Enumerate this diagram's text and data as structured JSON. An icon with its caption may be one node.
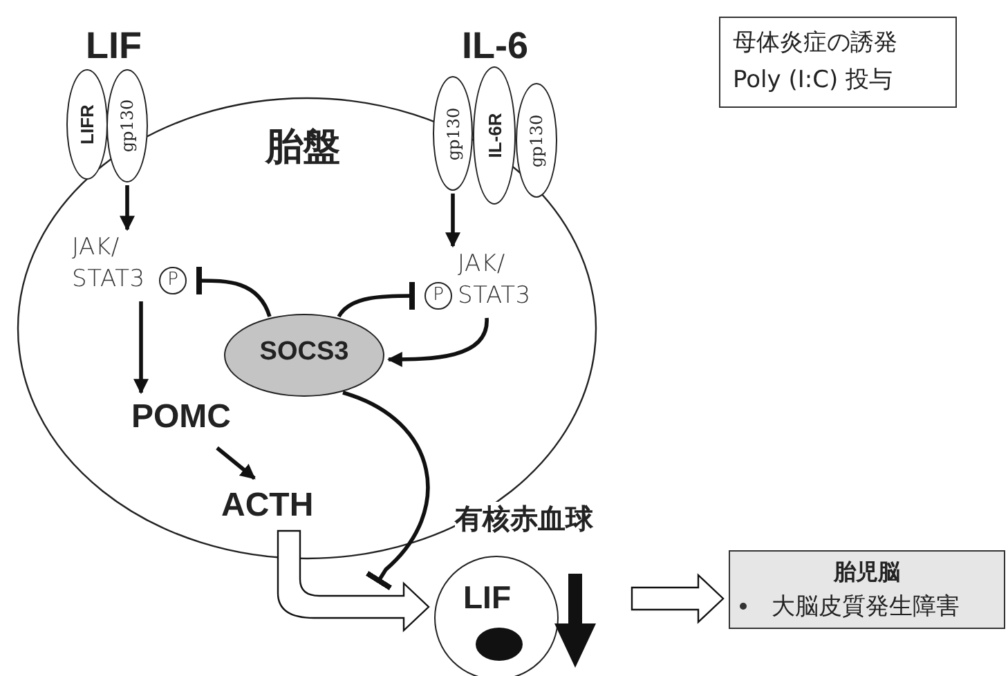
{
  "diagram": {
    "nodes": [
      {
        "text": [
          "胎盤"
        ]
      },
      {
        "text": [
          "LIFR"
        ]
      },
      {
        "text": [
          "gp130"
        ]
      },
      {
        "text": [
          "gp130"
        ]
      },
      {
        "text": [
          "IL-6R"
        ]
      },
      {
        "text": [
          "gp130"
        ]
      },
      {
        "text": [
          "JAK/ STAT3"
        ],
        "in": 0
      },
      {
        "text": [
          "P"
        ],
        "in": 0
      },
      {
        "text": [
          "P"
        ],
        "in": 0
      },
      {
        "text": [
          "JAK/ STAT3"
        ],
        "in": 0
      },
      {
        "text": [
          "SOCS3"
        ],
        "in": 0
      },
      {
        "text": [
          "POMC"
        ],
        "in": 0
      },
      {
        "text": [
          "ACTH"
        ],
        "in": 0
      },
      {
        "text": [
          "母体炎症の誘発 Poly (I:C) 投与"
        ]
      },
      {
        "text": [
          "LIF"
        ],
        "beside": [
          "有核赤血球"
        ]
      },
      {
        "text": [
          "胎児脳",
          "大脳皮質発生障害"
        ]
      }
    ],
    "edges": [
      {
        "from": 2,
        "to": 6,
        "arrow": "to"
      },
      {
        "from": 3,
        "to": 9,
        "arrow": "to"
      },
      {
        "from": 6,
        "to": 11,
        "arrow": "to"
      },
      {
        "from": 11,
        "to": 12,
        "arrow": "to"
      },
      {
        "from": 10,
        "to": 7,
        "arrow": "other"
      },
      {
        "from": 10,
        "to": 8,
        "arrow": "other"
      },
      {
        "from": 9,
        "to": 10,
        "arrow": "to"
      },
      {
        "from": 10,
        "to": 14,
        "arrow": "other"
      },
      {
        "from": 12,
        "to": 14,
        "arrow": "to",
        "style": "thick"
      },
      {
        "from": 14,
        "to": 15,
        "arrow": "to",
        "style": "thick"
      }
    ],
    "labels": [
      "LIF",
      "IL-6"
    ]
  }
}
